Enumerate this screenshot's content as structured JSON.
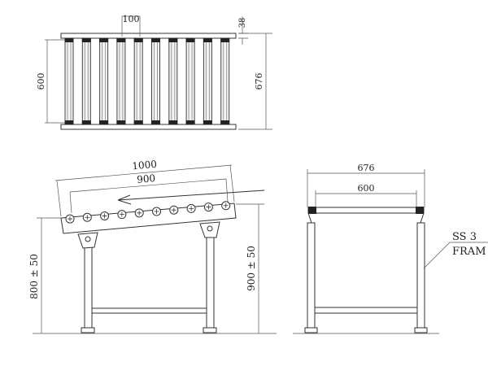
{
  "top_view": {
    "roller_count": 10,
    "dim_pitch": "100",
    "dim_rail": "38",
    "dim_inner_width": "600",
    "dim_outer_width": "676"
  },
  "side_view": {
    "roller_count": 10,
    "dim_length_outer": "1000",
    "dim_length_inner": "900",
    "dim_height_low": "800 ± 50",
    "dim_height_high": "900 ± 50"
  },
  "front_view": {
    "dim_outer_width": "676",
    "dim_inner_width": "600",
    "callout_line1": "SS 3",
    "callout_line2": "FRAM"
  }
}
